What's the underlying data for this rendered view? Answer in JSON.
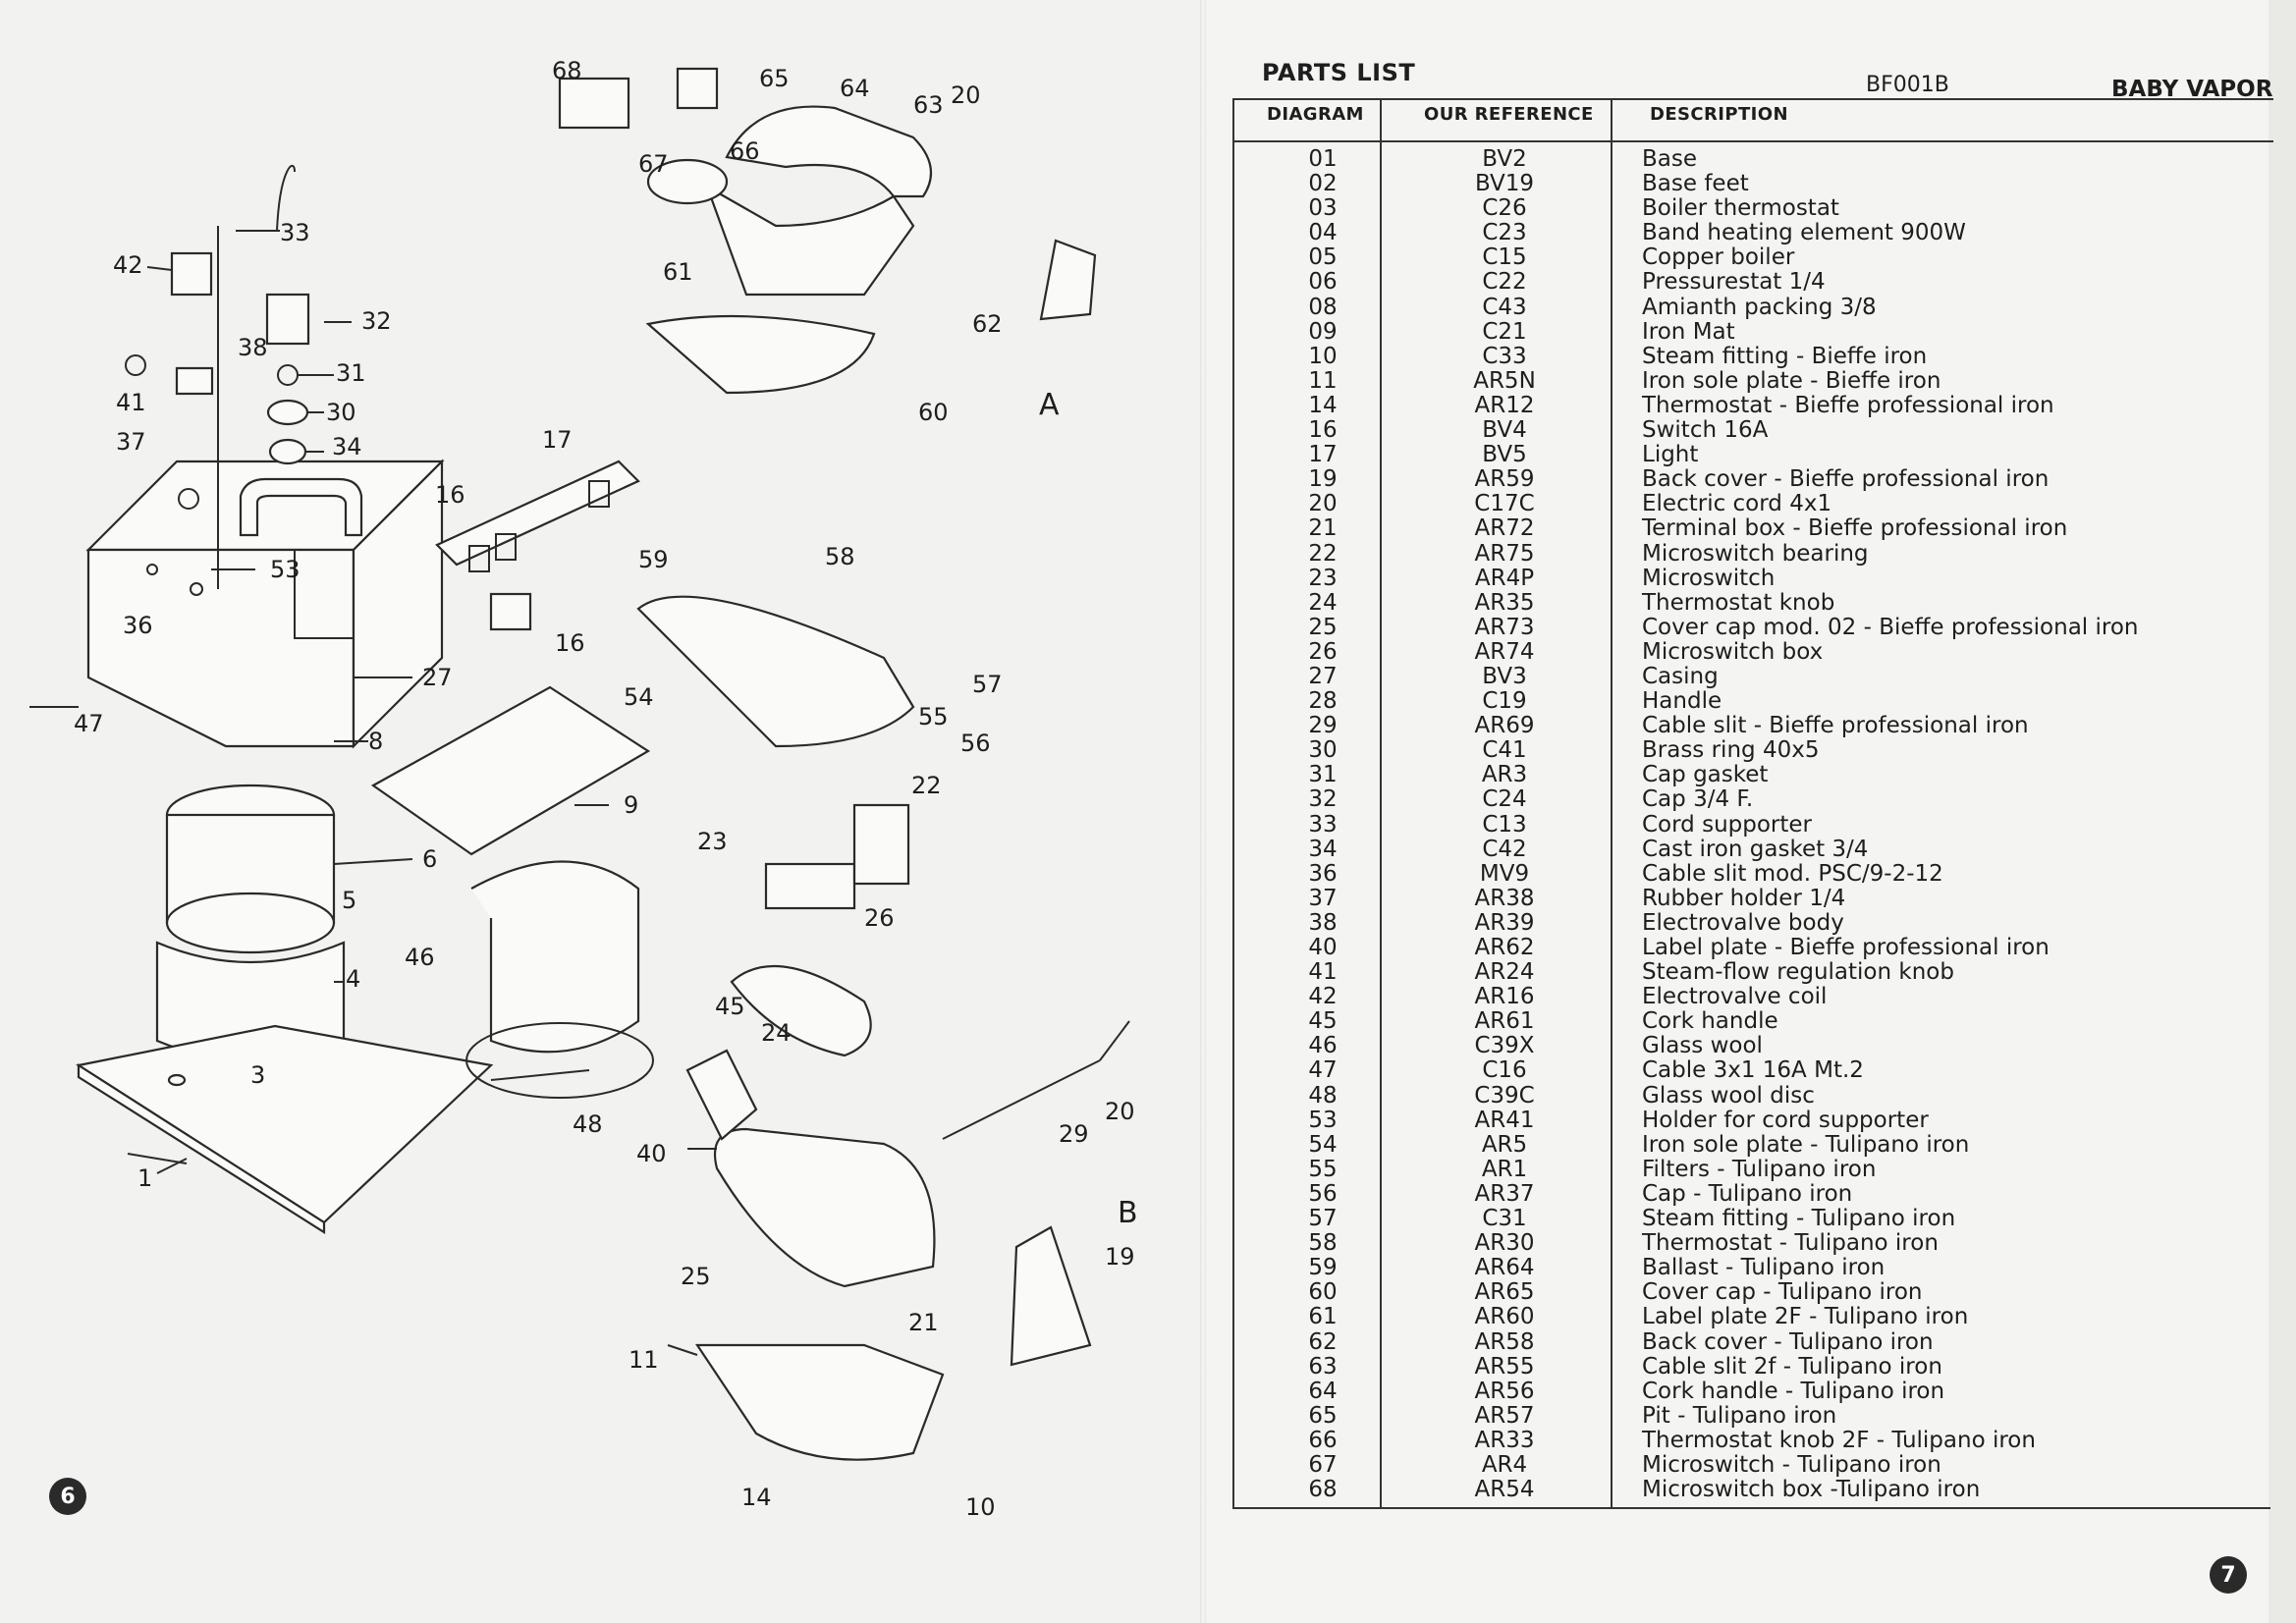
{
  "left_page": {
    "page_number": "6",
    "section_a_letter": "A",
    "section_b_letter": "B",
    "callouts": [
      "68",
      "65",
      "64",
      "63",
      "20",
      "67",
      "66",
      "33",
      "42",
      "61",
      "32",
      "38",
      "31",
      "62",
      "41",
      "30",
      "37",
      "60",
      "34",
      "17",
      "16",
      "59",
      "58",
      "53",
      "36",
      "16",
      "27",
      "57",
      "54",
      "55",
      "47",
      "8",
      "56",
      "9",
      "22",
      "23",
      "6",
      "5",
      "26",
      "46",
      "4",
      "45",
      "24",
      "3",
      "20",
      "48",
      "40",
      "29",
      "1",
      "19",
      "25",
      "21",
      "11",
      "14",
      "10"
    ]
  },
  "right_page": {
    "page_number": "7",
    "title": "PARTS LIST",
    "model_code": "BF001B",
    "brand": "BABY VAPOR",
    "columns": [
      "DIAGRAM",
      "OUR REFERENCE",
      "DESCRIPTION"
    ],
    "rows": [
      [
        "01",
        "BV2",
        "Base"
      ],
      [
        "02",
        "BV19",
        "Base feet"
      ],
      [
        "03",
        "C26",
        "Boiler thermostat"
      ],
      [
        "04",
        "C23",
        "Band heating element 900W"
      ],
      [
        "05",
        "C15",
        "Copper boiler"
      ],
      [
        "06",
        "C22",
        "Pressurestat 1/4"
      ],
      [
        "08",
        "C43",
        "Amianth packing 3/8"
      ],
      [
        "09",
        "C21",
        "Iron Mat"
      ],
      [
        "10",
        "C33",
        "Steam fitting - Bieffe iron"
      ],
      [
        "11",
        "AR5N",
        "Iron sole plate - Bieffe iron"
      ],
      [
        "14",
        "AR12",
        "Thermostat - Bieffe professional iron"
      ],
      [
        "16",
        "BV4",
        "Switch 16A"
      ],
      [
        "17",
        "BV5",
        "Light"
      ],
      [
        "19",
        "AR59",
        "Back cover - Bieffe professional iron"
      ],
      [
        "20",
        "C17C",
        "Electric cord 4x1"
      ],
      [
        "21",
        "AR72",
        "Terminal box - Bieffe professional iron"
      ],
      [
        "22",
        "AR75",
        "Microswitch bearing"
      ],
      [
        "23",
        "AR4P",
        "Microswitch"
      ],
      [
        "24",
        "AR35",
        "Thermostat knob"
      ],
      [
        "25",
        "AR73",
        "Cover cap mod. 02 - Bieffe professional iron"
      ],
      [
        "26",
        "AR74",
        "Microswitch box"
      ],
      [
        "27",
        "BV3",
        "Casing"
      ],
      [
        "28",
        "C19",
        "Handle"
      ],
      [
        "29",
        "AR69",
        "Cable slit - Bieffe professional iron"
      ],
      [
        "30",
        "C41",
        "Brass ring 40x5"
      ],
      [
        "31",
        "AR3",
        "Cap gasket"
      ],
      [
        "32",
        "C24",
        "Cap 3/4 F."
      ],
      [
        "33",
        "C13",
        "Cord supporter"
      ],
      [
        "34",
        "C42",
        "Cast iron gasket 3/4"
      ],
      [
        "36",
        "MV9",
        "Cable slit mod. PSC/9-2-12"
      ],
      [
        "37",
        "AR38",
        "Rubber holder 1/4"
      ],
      [
        "38",
        "AR39",
        "Electrovalve body"
      ],
      [
        "40",
        "AR62",
        "Label plate - Bieffe professional iron"
      ],
      [
        "41",
        "AR24",
        "Steam-flow regulation knob"
      ],
      [
        "42",
        "AR16",
        "Electrovalve coil"
      ],
      [
        "45",
        "AR61",
        "Cork handle"
      ],
      [
        "46",
        "C39X",
        "Glass wool"
      ],
      [
        "47",
        "C16",
        "Cable 3x1 16A Mt.2"
      ],
      [
        "48",
        "C39C",
        "Glass wool disc"
      ],
      [
        "53",
        "AR41",
        "Holder for cord supporter"
      ],
      [
        "54",
        "AR5",
        "Iron sole plate - Tulipano iron"
      ],
      [
        "55",
        "AR1",
        "Filters - Tulipano iron"
      ],
      [
        "56",
        "AR37",
        "Cap - Tulipano iron"
      ],
      [
        "57",
        "C31",
        "Steam fitting - Tulipano iron"
      ],
      [
        "58",
        "AR30",
        "Thermostat - Tulipano iron"
      ],
      [
        "59",
        "AR64",
        "Ballast - Tulipano iron"
      ],
      [
        "60",
        "AR65",
        "Cover cap - Tulipano iron"
      ],
      [
        "61",
        "AR60",
        "Label plate 2F - Tulipano iron"
      ],
      [
        "62",
        "AR58",
        "Back cover - Tulipano iron"
      ],
      [
        "63",
        "AR55",
        "Cable slit 2f - Tulipano iron"
      ],
      [
        "64",
        "AR56",
        "Cork handle - Tulipano iron"
      ],
      [
        "65",
        "AR57",
        "Pit - Tulipano iron"
      ],
      [
        "66",
        "AR33",
        "Thermostat knob 2F - Tulipano iron"
      ],
      [
        "67",
        "AR4",
        "Microswitch - Tulipano iron"
      ],
      [
        "68",
        "AR54",
        "Microswitch box -Tulipano iron"
      ]
    ]
  }
}
